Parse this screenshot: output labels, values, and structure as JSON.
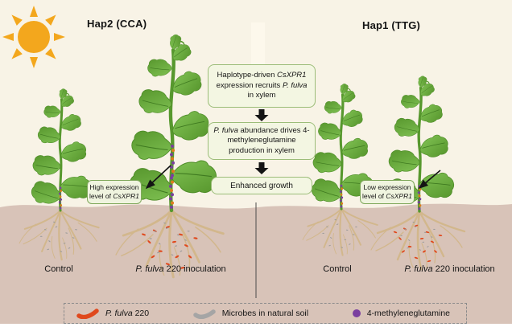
{
  "figure": {
    "titles": {
      "hap2": "Hap2 (CCA)",
      "hap1": "Hap1 (TTG)"
    },
    "flowchart": {
      "box1": {
        "t1": "Haplotype-driven ",
        "i1": "CsXPR1",
        "t2": " expression recruits ",
        "i2": "P. fulva",
        "t3": " in xylem"
      },
      "box2": {
        "i1": "P. fulva",
        "t1": " abundance drives 4-methyleneglutamine production in xylem"
      },
      "box3": "Enhanced growth"
    },
    "callouts": {
      "high": {
        "t1": "High expression level of ",
        "i1": "CsXPR1"
      },
      "low": {
        "t1": "Low expression level of ",
        "i1": "CsXPR1"
      }
    },
    "group_labels": {
      "hap2_control": "Control",
      "hap2_inoculated": {
        "i1": "P. fulva",
        "t1": " 220 inoculation"
      },
      "hap1_control": "Control",
      "hap1_inoculated": {
        "i1": "P. fulva",
        "t1": " 220 inoculation"
      }
    },
    "legend": {
      "p_fulva": {
        "i1": "P. fulva",
        "t1": " 220"
      },
      "natural_microbes": "Microbes in natural soil",
      "metabolite": "4-methyleneglutamine"
    },
    "icons": {
      "sun": "sun-icon",
      "p_fulva": "red-curved-microbe-icon",
      "natural_microbes": "gray-curved-microbe-icon",
      "metabolite": "purple-dot-icon",
      "flow_arrows": "black-down-arrow-icon"
    },
    "colors": {
      "background": "#f8f3e6",
      "soil": "#d8c3b8",
      "flow_box_fill": "#f3f6e2",
      "flow_box_border": "#9cbd79",
      "callout_fill": "#eff4df",
      "callout_border": "#7fa85b",
      "sun": "#f3a71d",
      "leaf_green": "#6cb043",
      "stem_green": "#57982e",
      "root_tan": "#d2b78c",
      "p_fulva_red": "#e0491d",
      "microbe_gray": "#9b9b9b",
      "metabolite_purple": "#7a3f9f",
      "arrow_black": "#141414"
    }
  }
}
